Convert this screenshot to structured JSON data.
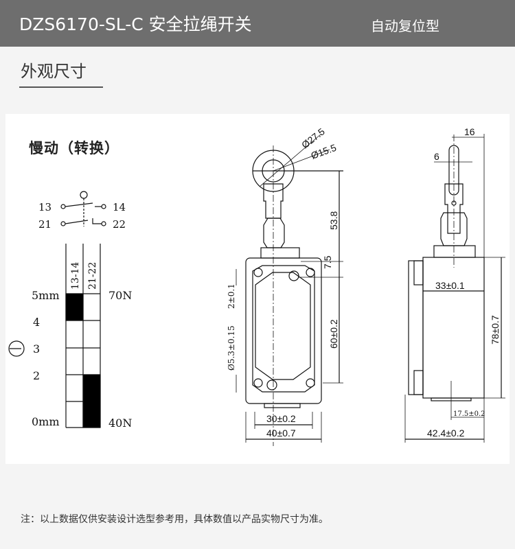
{
  "header": {
    "title": "DZS6170-SL-C 安全拉绳开关",
    "subtitle": "自动复位型"
  },
  "section": {
    "title": "外观尺寸"
  },
  "mode": {
    "label": "慢动（转换）"
  },
  "contact_diagram": {
    "terminals": [
      "13",
      "14",
      "21",
      "22"
    ],
    "columns": [
      "13-14",
      "21-22"
    ],
    "travel_labels": [
      "5mm",
      "4",
      "3",
      "2",
      "0mm"
    ],
    "force_labels": [
      "70N",
      "40N"
    ],
    "closed_rows": {
      "13-14": [
        0
      ],
      "21-22": [
        3,
        4
      ]
    }
  },
  "front_view": {
    "dims": [
      "Ø27.5",
      "Ø15.5",
      "53.8",
      "7.5",
      "2±0.1",
      "Ø5.3±0.15",
      "60±0.2",
      "30±0.2",
      "40±0.7"
    ]
  },
  "side_view": {
    "dims": [
      "16",
      "6",
      "33±0.1",
      "78±0.7",
      "17.5±0.2",
      "42.4±0.2"
    ]
  },
  "footer": {
    "note": "注：以上数据仅供安装设计选型参考用，具体数值以产品实物尺寸为准。"
  }
}
